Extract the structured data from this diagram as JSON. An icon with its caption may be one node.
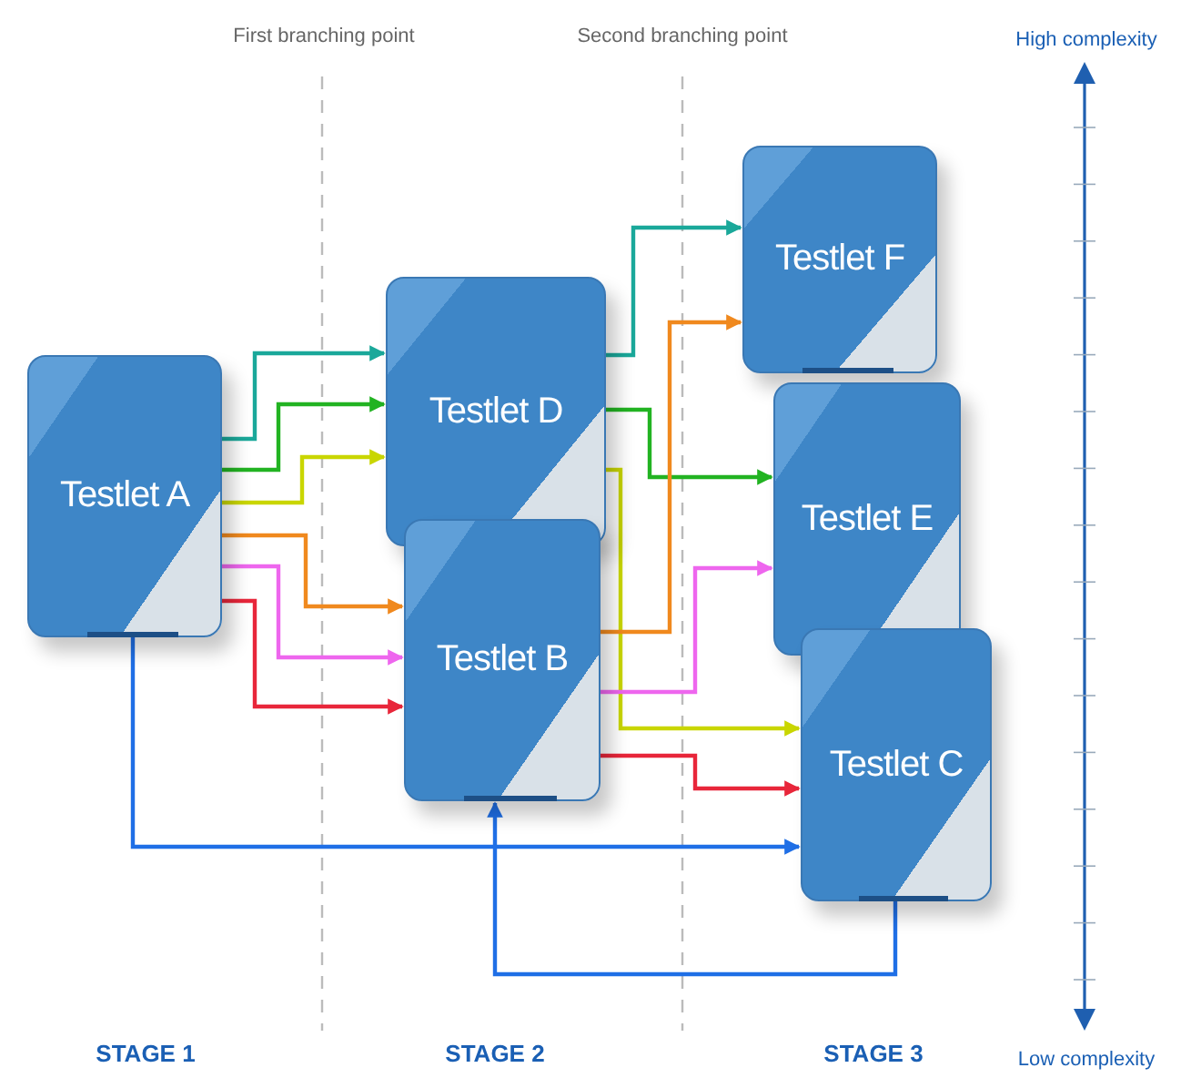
{
  "diagram": {
    "nodes": [
      {
        "text": [
          "Testlet A"
        ]
      },
      {
        "text": [
          "Testlet D"
        ]
      },
      {
        "text": [
          "Testlet B"
        ]
      },
      {
        "text": [
          "Testlet F"
        ]
      },
      {
        "text": [
          "Testlet E"
        ]
      },
      {
        "text": [
          "Testlet C"
        ]
      }
    ],
    "edges": [
      {
        "from": 0,
        "to": 1,
        "arrow": "to",
        "color": "#1aa89a"
      },
      {
        "from": 0,
        "to": 1,
        "arrow": "to",
        "color": "#22b322"
      },
      {
        "from": 0,
        "to": 1,
        "arrow": "to",
        "color": "#c9d600"
      },
      {
        "from": 0,
        "to": 2,
        "arrow": "to",
        "color": "#f0891e"
      },
      {
        "from": 0,
        "to": 2,
        "arrow": "to",
        "color": "#ee66ee"
      },
      {
        "from": 0,
        "to": 2,
        "arrow": "to",
        "color": "#e8263a"
      },
      {
        "from": 1,
        "to": 3,
        "arrow": "to",
        "color": "#1aa89a"
      },
      {
        "from": 1,
        "to": 4,
        "arrow": "to",
        "color": "#22b322"
      },
      {
        "from": 1,
        "to": 5,
        "arrow": "to",
        "color": "#c9d600"
      },
      {
        "from": 2,
        "to": 3,
        "arrow": "to",
        "color": "#f0891e"
      },
      {
        "from": 2,
        "to": 4,
        "arrow": "to",
        "color": "#ee66ee"
      },
      {
        "from": 2,
        "to": 5,
        "arrow": "to",
        "color": "#e8263a"
      },
      {
        "from": 0,
        "to": 5,
        "arrow": "to",
        "color": "#1f6fe6"
      },
      {
        "from": 5,
        "to": 2,
        "arrow": "to",
        "color": "#1f6fe6"
      }
    ],
    "labels": [
      "First branching point",
      "Second branching point",
      "High complexity",
      "STAGE 1",
      "STAGE 2",
      "STAGE 3",
      "Low complexity"
    ]
  }
}
